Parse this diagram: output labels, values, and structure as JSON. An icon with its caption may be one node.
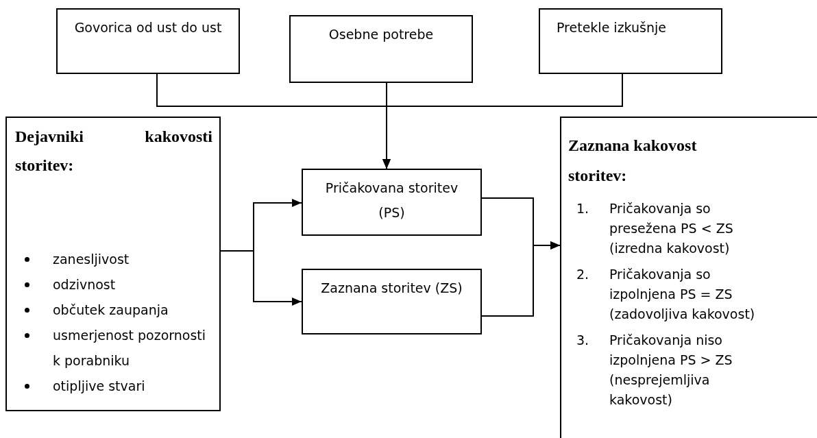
{
  "diagram": {
    "nodes": [
      {
        "text": [
          "Govorica od ust do ust"
        ]
      },
      {
        "text": [
          "Osebne potrebe"
        ]
      },
      {
        "text": [
          "Pretekle izkušnje"
        ]
      },
      {
        "text": [
          "Dejavniki kakovosti storitev:",
          "zanesljivost",
          "odzivnost",
          "občutek zaupanja",
          "usmerjenost pozornosti k porabniku",
          "otipljive stvari"
        ]
      },
      {
        "text": [
          "Pričakovana storitev (PS)"
        ]
      },
      {
        "text": [
          "Zaznana storitev (ZS)"
        ]
      },
      {
        "text": [
          "Zaznana kakovost storitev:",
          "1.",
          "Pričakovanja so presežena PS < ZS (izredna kakovost)",
          "2.",
          "Pričakovanja so izpolnjena PS = ZS (zadovoljiva kakovost)",
          "3.",
          "Pričakovanja niso izpolnjena PS > ZS (nesprejemljiva kakovost)"
        ]
      }
    ],
    "edges": [
      {
        "from": 0,
        "to": 4,
        "arrow": "to"
      },
      {
        "from": 1,
        "to": 4,
        "arrow": "to"
      },
      {
        "from": 2,
        "to": 4,
        "arrow": "to"
      },
      {
        "from": 3,
        "to": 4,
        "arrow": "to"
      },
      {
        "from": 3,
        "to": 5,
        "arrow": "to"
      },
      {
        "from": 4,
        "to": 6,
        "arrow": "to"
      },
      {
        "from": 5,
        "to": 6,
        "arrow": "to"
      }
    ]
  }
}
